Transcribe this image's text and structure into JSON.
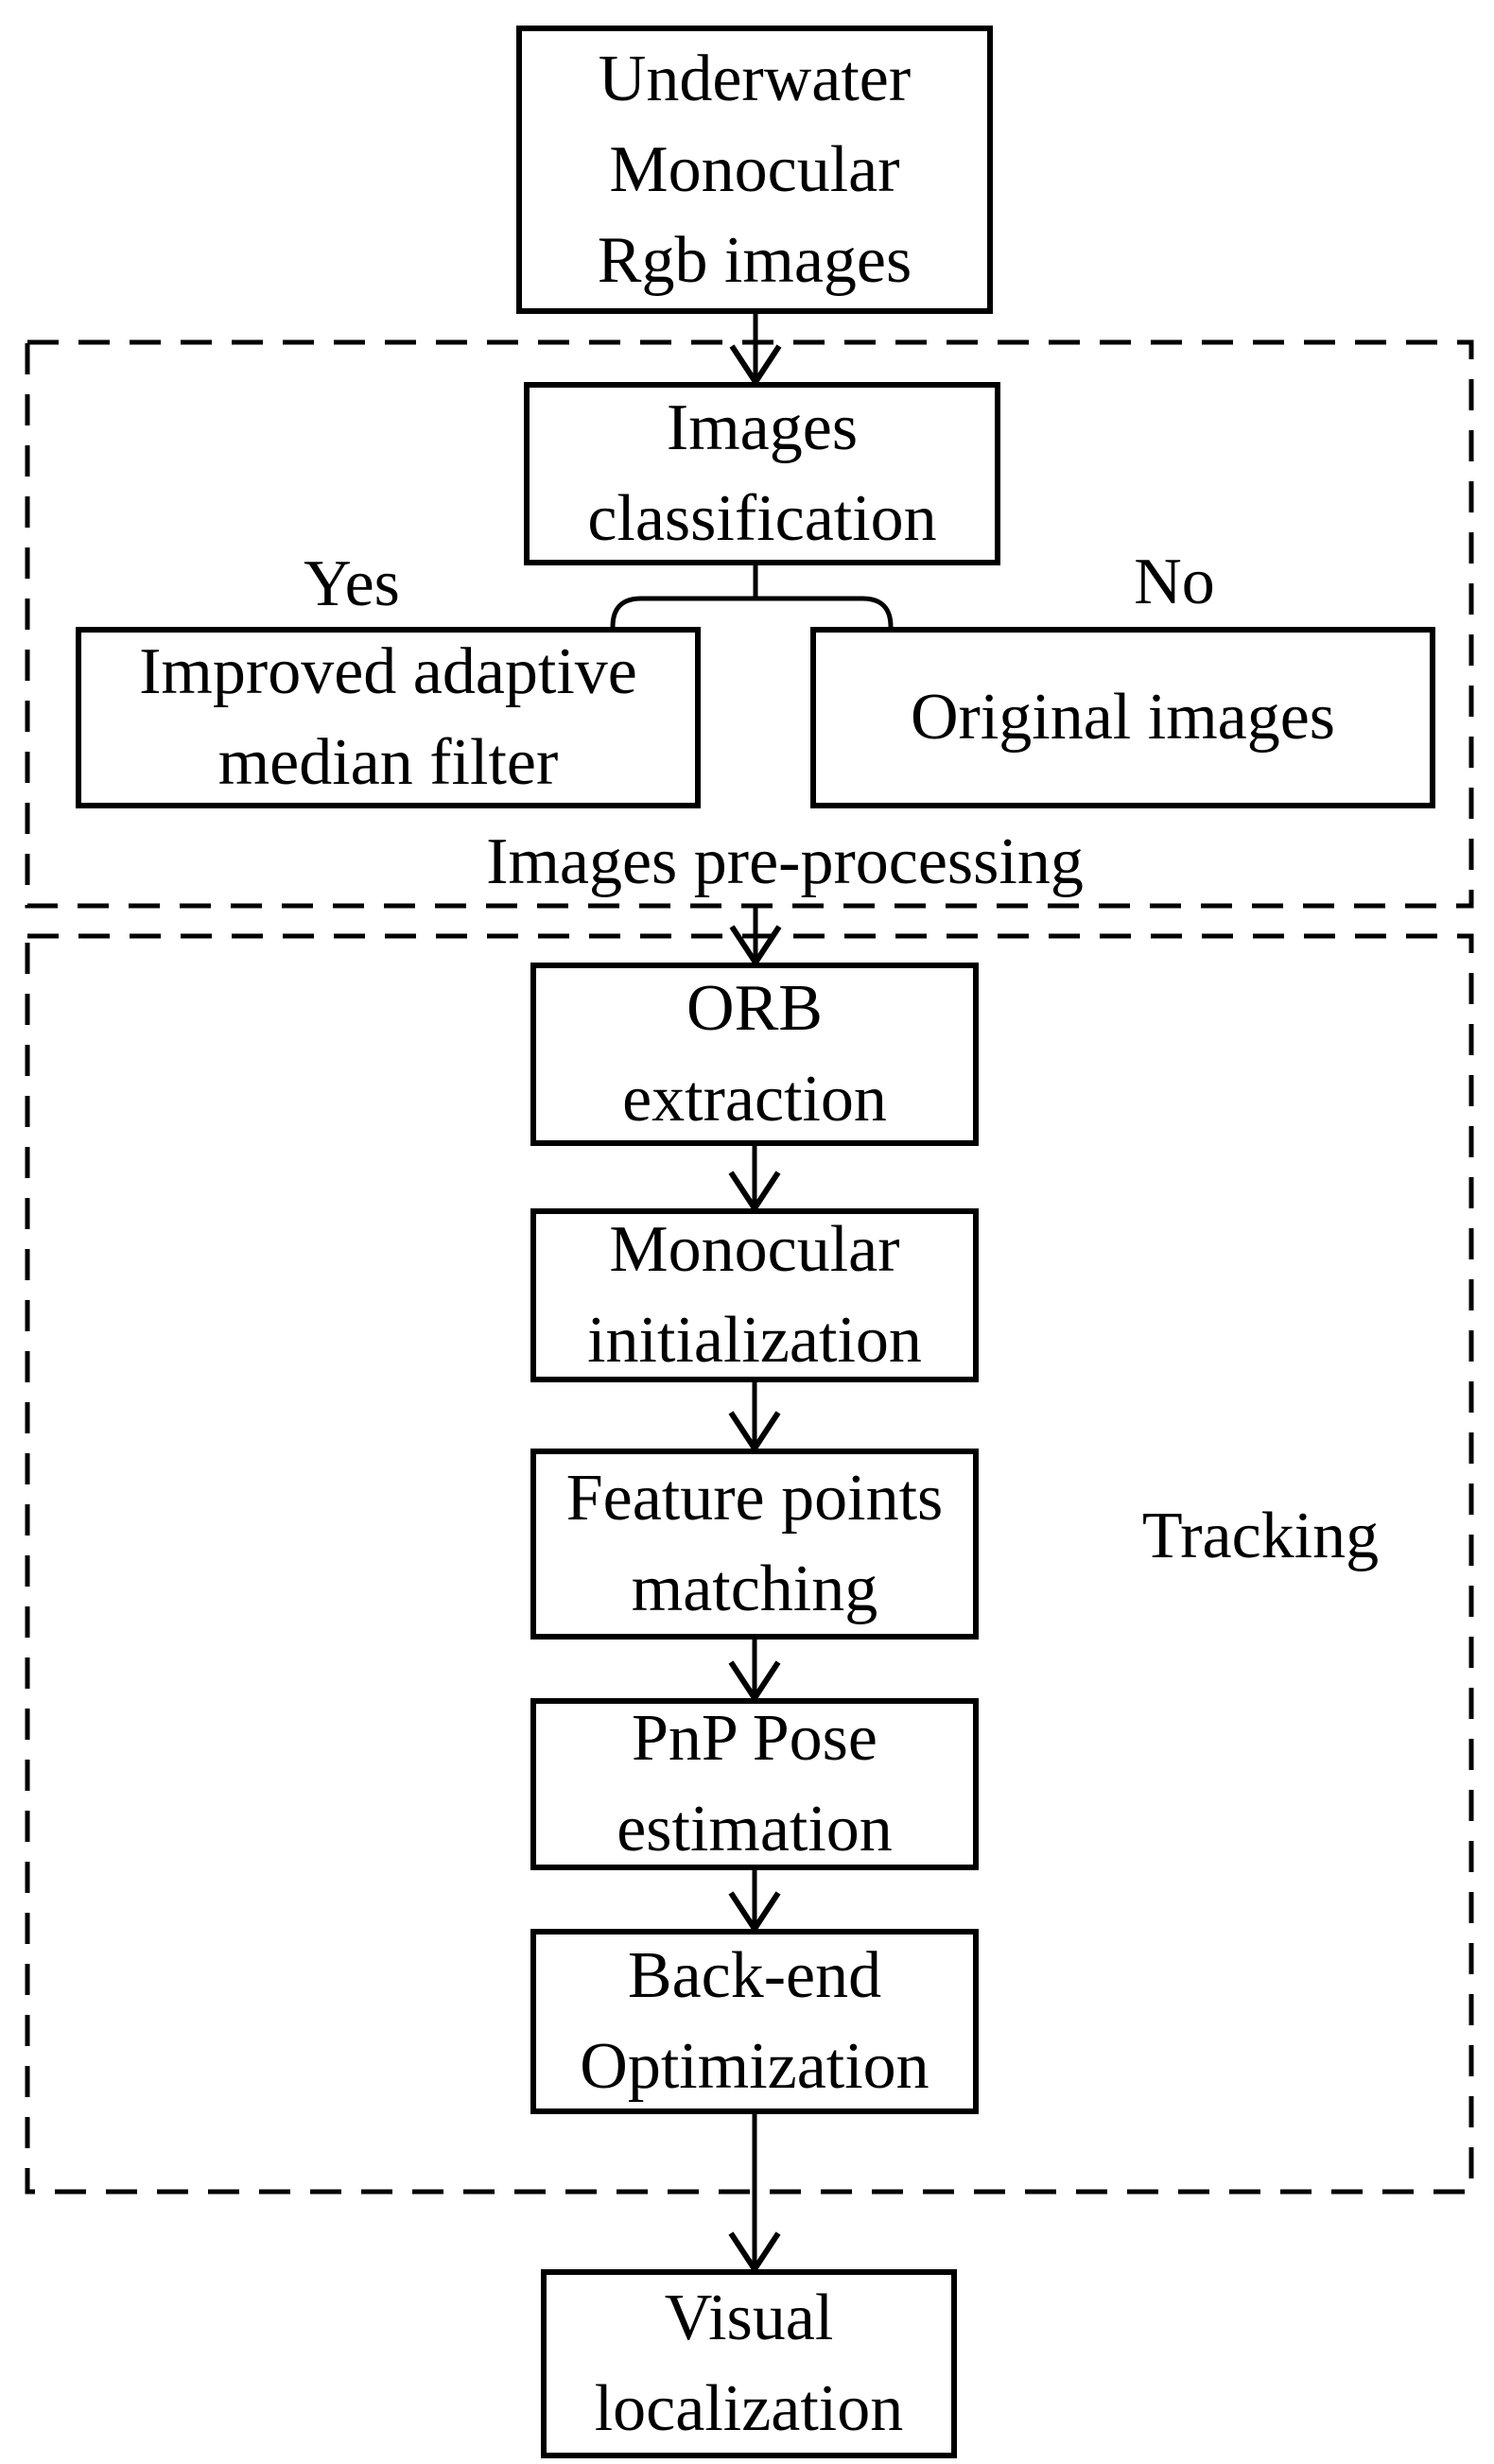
{
  "colors": {
    "ink": "#000000",
    "background": "#ffffff"
  },
  "flowchart": {
    "nodes": {
      "input": {
        "lines": [
          "Underwater",
          "Monocular",
          "Rgb images"
        ]
      },
      "classification": {
        "lines": [
          "Images",
          "classification"
        ]
      },
      "filter": {
        "lines": [
          "Improved adaptive",
          "median filter"
        ]
      },
      "original": {
        "lines": [
          "Original images"
        ]
      },
      "orb": {
        "lines": [
          "ORB",
          "extraction"
        ]
      },
      "init": {
        "lines": [
          "Monocular",
          "initialization"
        ]
      },
      "matching": {
        "lines": [
          "Feature points",
          "matching"
        ]
      },
      "pnp": {
        "lines": [
          "PnP Pose",
          "estimation"
        ]
      },
      "backend": {
        "lines": [
          "Back-end",
          "Optimization"
        ]
      },
      "visual": {
        "lines": [
          "Visual",
          "localization"
        ]
      }
    },
    "branch_labels": {
      "yes": "Yes",
      "no": "No"
    },
    "container_labels": {
      "preprocessing": "Images pre-processing",
      "tracking": "Tracking"
    }
  }
}
